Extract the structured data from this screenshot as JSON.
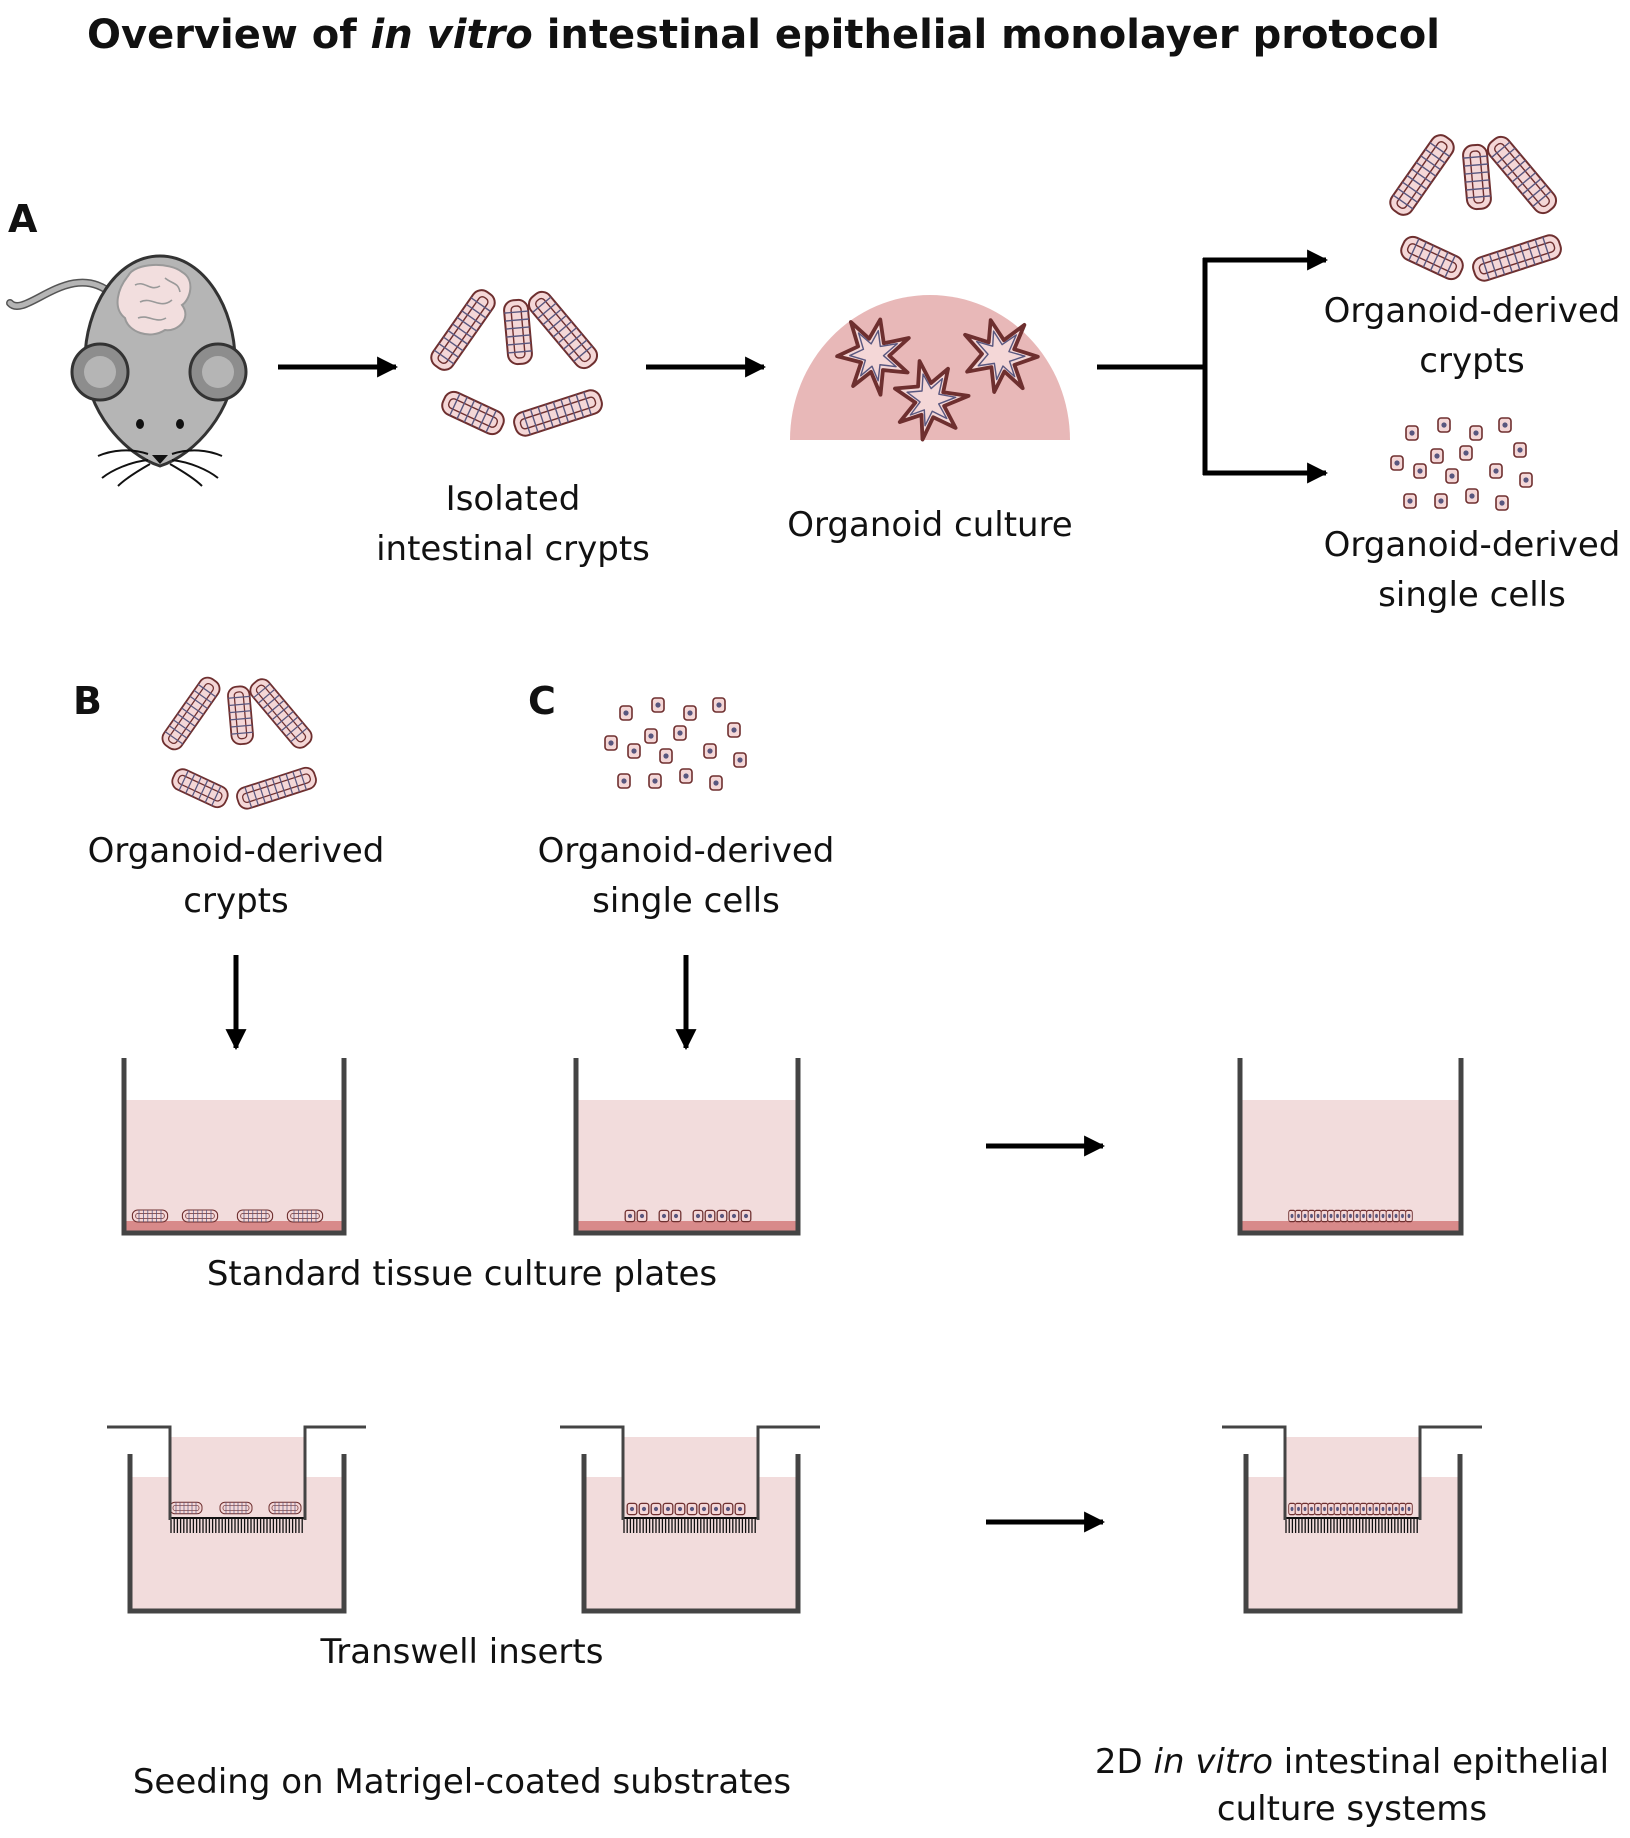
{
  "title": {
    "prefix": "Overview of ",
    "italic": "in vitro",
    "suffix": " intestinal epithelial monolayer protocol"
  },
  "panels": {
    "a": "A",
    "b": "B",
    "c": "C"
  },
  "panel_a": {
    "isolated_line1": "Isolated",
    "isolated_line2": "intestinal crypts",
    "organoid_culture": "Organoid culture",
    "derived_crypts_line1": "Organoid-derived",
    "derived_crypts_line2": "crypts",
    "derived_cells_line1": "Organoid-derived",
    "derived_cells_line2": "single cells"
  },
  "panel_b": {
    "line1": "Organoid-derived",
    "line2": "crypts"
  },
  "panel_c": {
    "line1": "Organoid-derived",
    "line2": "single cells"
  },
  "standard_plates": "Standard tissue culture plates",
  "transwell": "Transwell  inserts",
  "seeding": "Seeding on Matrigel-coated substrates",
  "result": {
    "line1_prefix": "2D ",
    "line1_italic": "in vitro",
    "line1_suffix": " intestinal epithelial",
    "line2": "culture systems"
  },
  "colors": {
    "medium": "#f2dcdc",
    "dome": "#e8b8b8",
    "coat": "#d88a8a",
    "cell_fill": "#f4d7d7",
    "cell_stroke": "#6e2f2f",
    "nucleus": "#59577f",
    "mouse_gray": "#b5b5b5",
    "mouse_dark": "#8d8d8d",
    "brain": "#f2dede"
  }
}
